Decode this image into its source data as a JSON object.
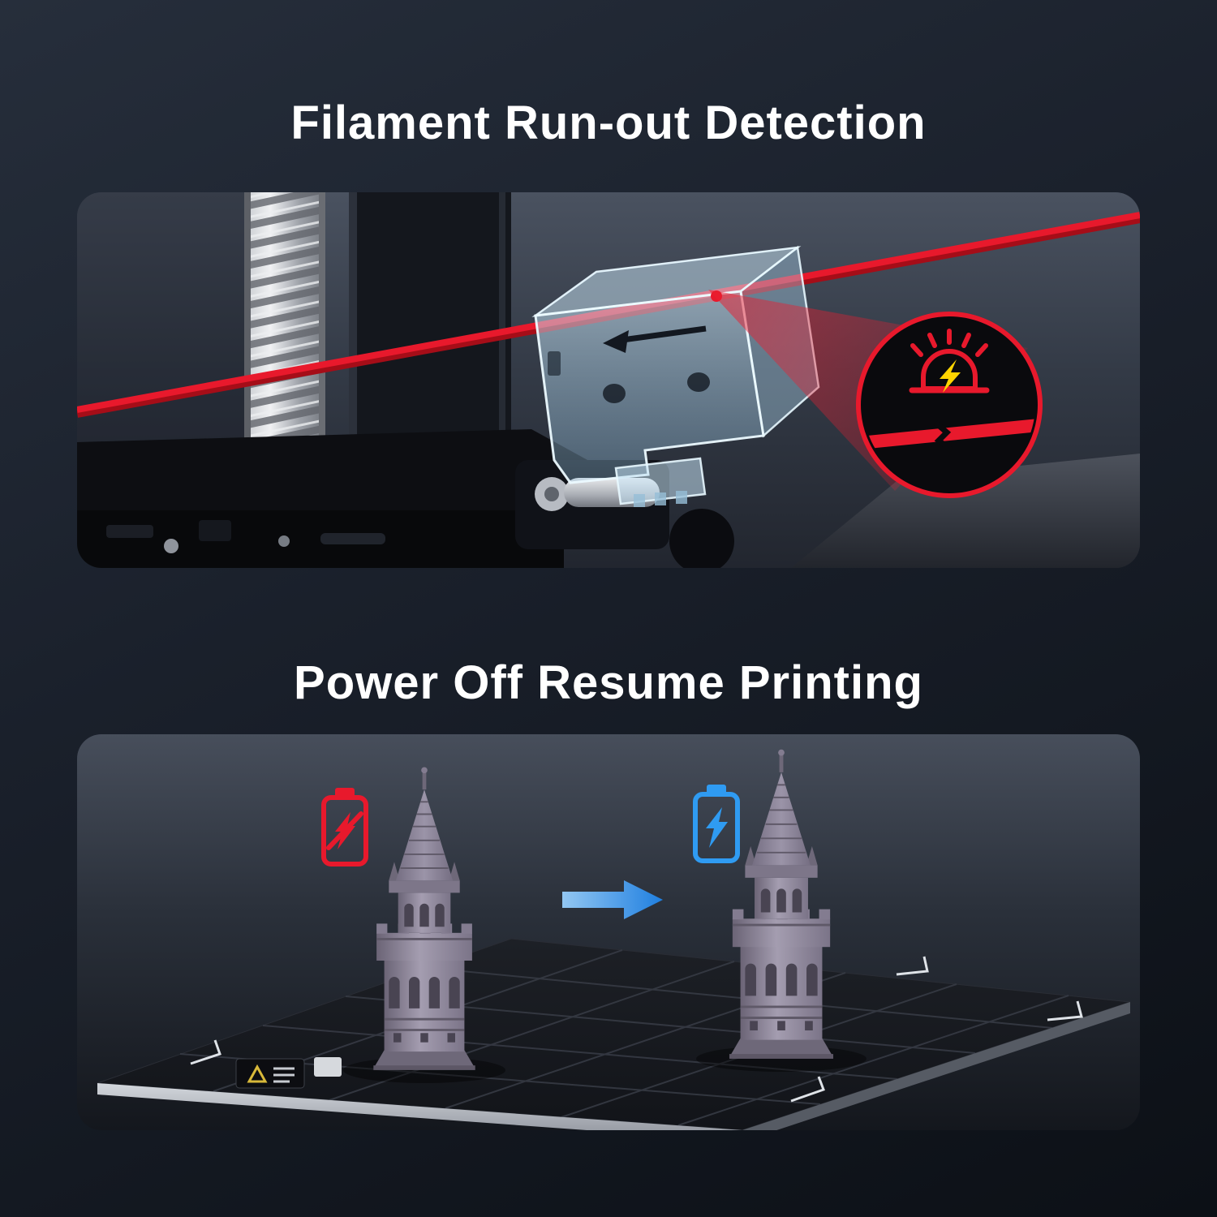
{
  "page": {
    "background_top": "#262e3b",
    "background_bottom": "#0c1016"
  },
  "sections": [
    {
      "id": "filament-runout-detection",
      "title": "Filament Run-out Detection",
      "colors": {
        "filament": "#e8192c",
        "alert_ring": "#e8192c",
        "alarm_bolt": "#ffd400",
        "sensor_glass": "#bfe3f7"
      },
      "icons": [
        "filament-sensor",
        "left-arrow-icon",
        "sensor-indicator-dot",
        "detection-beam",
        "alarm-siren-icon",
        "broken-filament-icon"
      ]
    },
    {
      "id": "power-off-resume-printing",
      "title": "Power Off Resume Printing",
      "colors": {
        "battery_off": "#e8192c",
        "battery_on": "#2f9bf2",
        "arrow": "#2f8fe8",
        "model": "#8b8496"
      },
      "icons": [
        "power-off-battery-icon",
        "resume-arrow-icon",
        "power-on-battery-icon",
        "castle-tower-model",
        "print-bed"
      ]
    }
  ]
}
